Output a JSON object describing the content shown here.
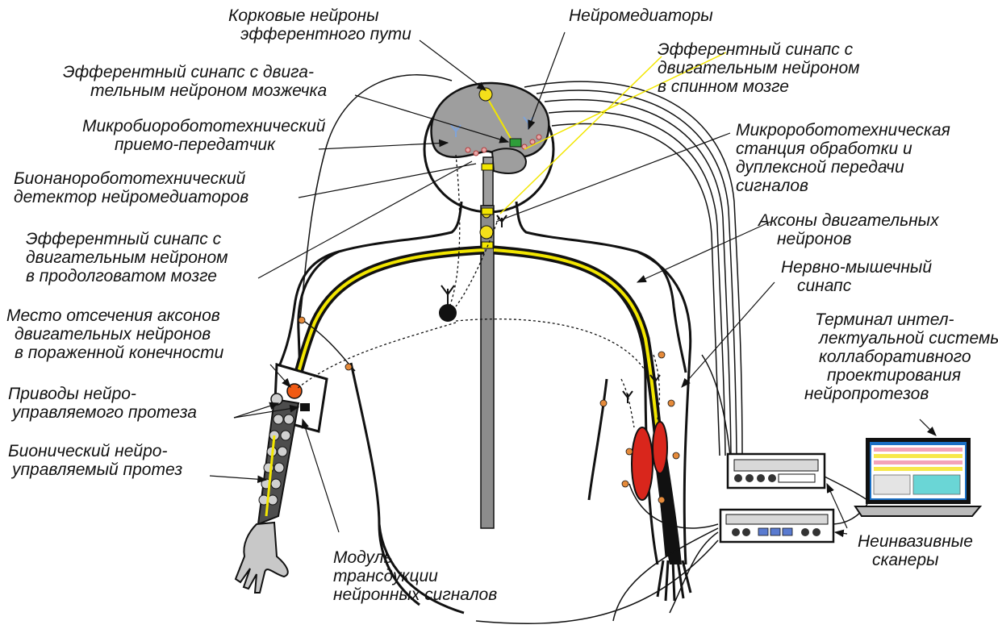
{
  "labels": {
    "cortical_neurons": [
      "Корковые нейроны",
      "эфферентного пути"
    ],
    "neuromediators": [
      "Нейромедиаторы"
    ],
    "synapse_cerebellum": [
      "Эфферентный синапс с двига-",
      "тельным нейроном мозжечка"
    ],
    "synapse_spinal": [
      "Эфферентный синапс с",
      "двигательным нейроном",
      "в спинном мозге"
    ],
    "transceiver": [
      "Микробиоробототехнический",
      "приемо-передатчик"
    ],
    "station": [
      "Микроробототехническая",
      "станция обработки и",
      "дуплексной передачи",
      "сигналов"
    ],
    "detector": [
      "Бионаноробототехнический",
      "детектор нейромедиаторов"
    ],
    "motor_axons": [
      "Аксоны двигательных",
      "нейронов"
    ],
    "synapse_medulla": [
      "Эфферентный синапс с",
      "двигательным нейроном",
      "в продолговатом мозге"
    ],
    "neuromuscular": [
      "Нервно-мышечный",
      "синапс"
    ],
    "cut_site": [
      "Место отсечения аксонов",
      "двигательных нейронов",
      "в пораженной конечности"
    ],
    "terminal": [
      "Терминал интел-",
      "лектуальной системы",
      "коллаборативного",
      "проектирования",
      "нейропротезов"
    ],
    "actuators": [
      "Приводы нейро-",
      "управляемого протеза"
    ],
    "prosthesis": [
      "Бионический нейро-",
      "управляемый протез"
    ],
    "scanners": [
      "Неинвазивные",
      "сканеры"
    ],
    "transduction": [
      "Модуль",
      "трансдукции",
      "нейронных сигналов"
    ]
  },
  "colors": {
    "outline": "#111111",
    "brain_fill": "#9e9e9e",
    "spine_fill": "#8c8c8c",
    "axon_yellow": "#f2e600",
    "muscle_red": "#d9261c",
    "cut_orange": "#f05a14",
    "neuron_yellow": "#f4df1a",
    "screen_blue": "#1a6fc4",
    "screen_stripe_yellow": "#f7e84a",
    "screen_stripe_pink": "#f3a3b8",
    "screen_cyan": "#6ad6d6"
  },
  "icons": [
    "neuron-icon",
    "laptop-icon",
    "scanner-device-icon",
    "hand-icon",
    "muscle-icon"
  ]
}
